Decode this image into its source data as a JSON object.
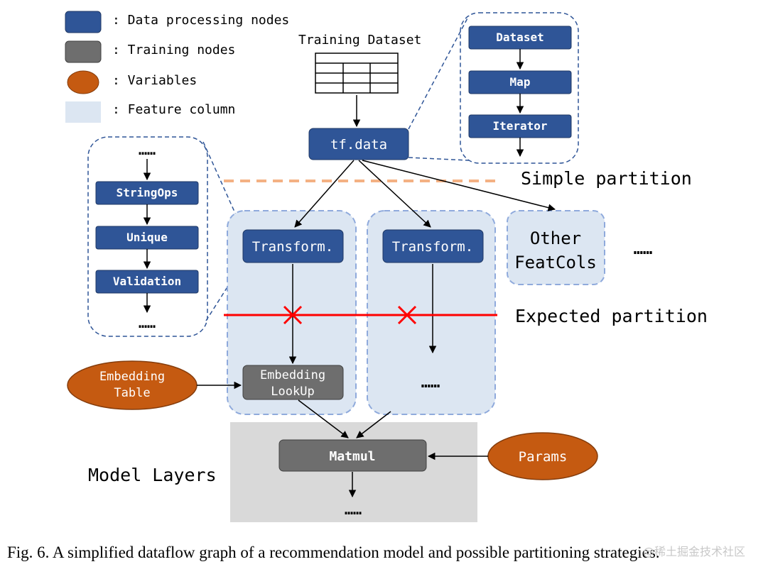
{
  "colors": {
    "data_node": "#2f5597",
    "train_node": "#6e6e6e",
    "variable": "#c55a11",
    "feature_column": "#dce6f2",
    "model_layer_bg": "#d9d9d9",
    "red_cut": "#ff0000",
    "orange_dash": "#f4b183"
  },
  "legend": {
    "data_processing": ": Data processing nodes",
    "training": ": Training nodes",
    "variables": ": Variables",
    "feature_column": ": Feature column"
  },
  "training_dataset_label": "Training Dataset",
  "nodes": {
    "tf_data": "tf.data",
    "dataset": "Dataset",
    "map": "Map",
    "iterator": "Iterator",
    "stringops": "StringOps",
    "unique": "Unique",
    "validation": "Validation",
    "transform_1": "Transform.",
    "transform_2": "Transform.",
    "embedding_lookup_line1": "Embedding",
    "embedding_lookup_line2": "LookUp",
    "matmul": "Matmul",
    "embedding_table_line1": "Embedding",
    "embedding_table_line2": "Table",
    "params": "Params",
    "other_featcols_line1": "Other",
    "other_featcols_line2": "FeatCols"
  },
  "ellipsis": "……",
  "labels": {
    "simple_partition": "Simple partition",
    "expected_partition": "Expected partition",
    "model_layers": "Model Layers"
  },
  "caption": "Fig. 6.  A simplified dataflow graph of a recommendation model and possible partitioning strategies.",
  "watermark": "@稀土掘金技术社区"
}
